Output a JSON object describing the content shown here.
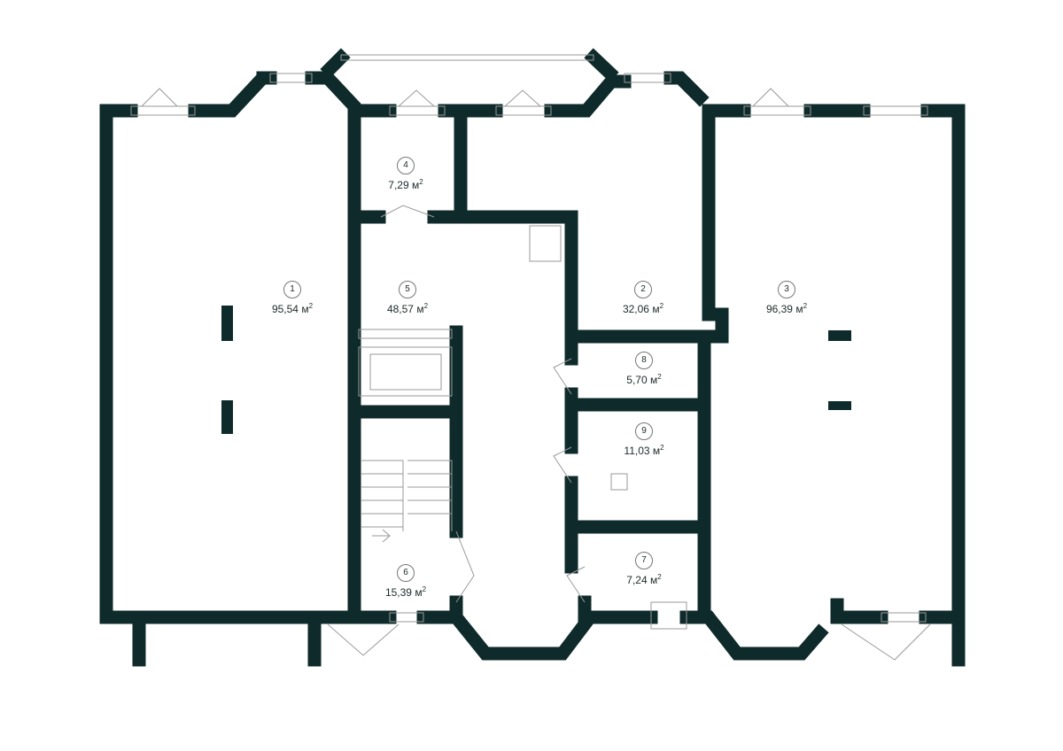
{
  "wall_color": "#0f2a2a",
  "unit": "м",
  "unit_power": "2",
  "rooms": [
    {
      "number": "1",
      "area": "95,54"
    },
    {
      "number": "2",
      "area": "32,06"
    },
    {
      "number": "3",
      "area": "96,39"
    },
    {
      "number": "4",
      "area": "7,29"
    },
    {
      "number": "5",
      "area": "48,57"
    },
    {
      "number": "6",
      "area": "15,39"
    },
    {
      "number": "7",
      "area": "7,24"
    },
    {
      "number": "8",
      "area": "5,70"
    },
    {
      "number": "9",
      "area": "11,03"
    }
  ]
}
